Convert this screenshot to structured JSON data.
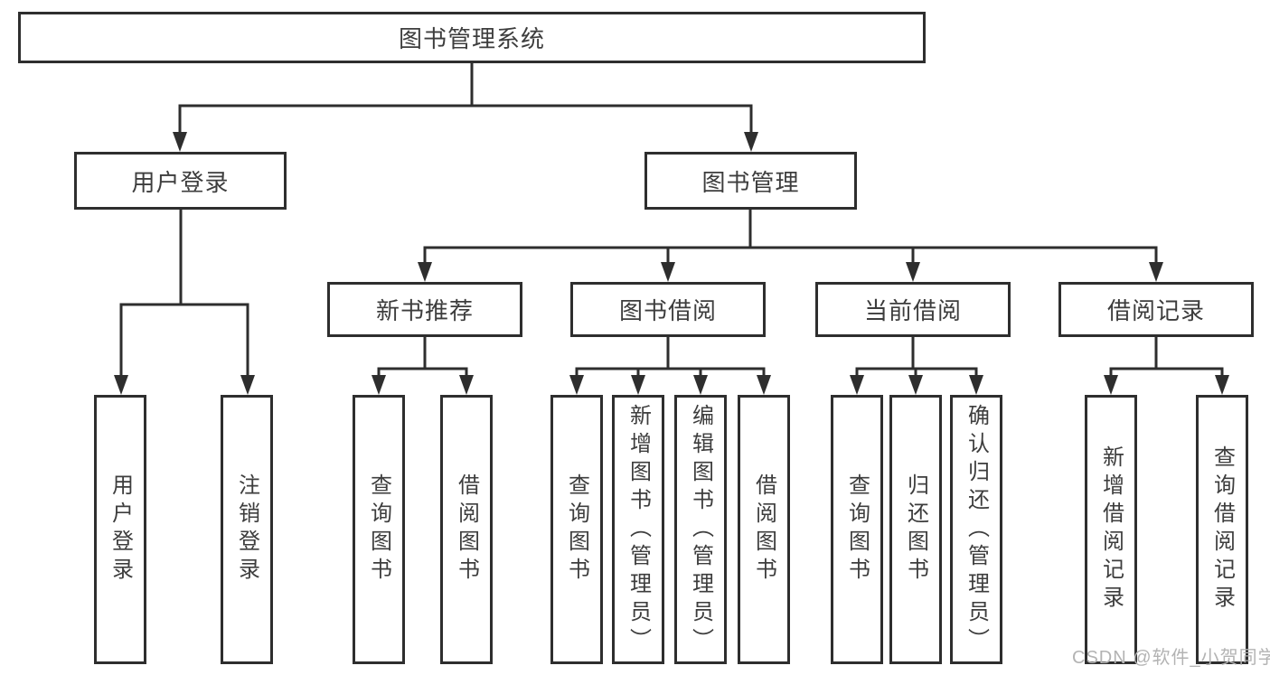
{
  "diagram": {
    "title": "图书管理系统",
    "root": {
      "label": "图书管理系统"
    },
    "branches": [
      {
        "label": "用户登录",
        "children": [
          {
            "label": "用户登录"
          },
          {
            "label": "注销登录"
          }
        ]
      },
      {
        "label": "图书管理",
        "children": [
          {
            "label": "新书推荐",
            "children": [
              {
                "label": "查询图书"
              },
              {
                "label": "借阅图书"
              }
            ]
          },
          {
            "label": "图书借阅",
            "children": [
              {
                "label": "查询图书"
              },
              {
                "label": "新增图书（管理员）"
              },
              {
                "label": "编辑图书（管理员）"
              },
              {
                "label": "借阅图书"
              }
            ]
          },
          {
            "label": "当前借阅",
            "children": [
              {
                "label": "查询图书"
              },
              {
                "label": "归还图书"
              },
              {
                "label": "确认归还（管理员）"
              }
            ]
          },
          {
            "label": "借阅记录",
            "children": [
              {
                "label": "新增借阅记录"
              },
              {
                "label": "查询借阅记录"
              }
            ]
          }
        ]
      }
    ]
  },
  "watermark": "CSDN @软件_小贺同学",
  "colors": {
    "line": "#2e2e2e",
    "box_border": "#2e2e2e",
    "box_fill": "#ffffff",
    "text": "#3d3d3d",
    "watermark": "#b3b3b3",
    "background": "#ffffff"
  }
}
